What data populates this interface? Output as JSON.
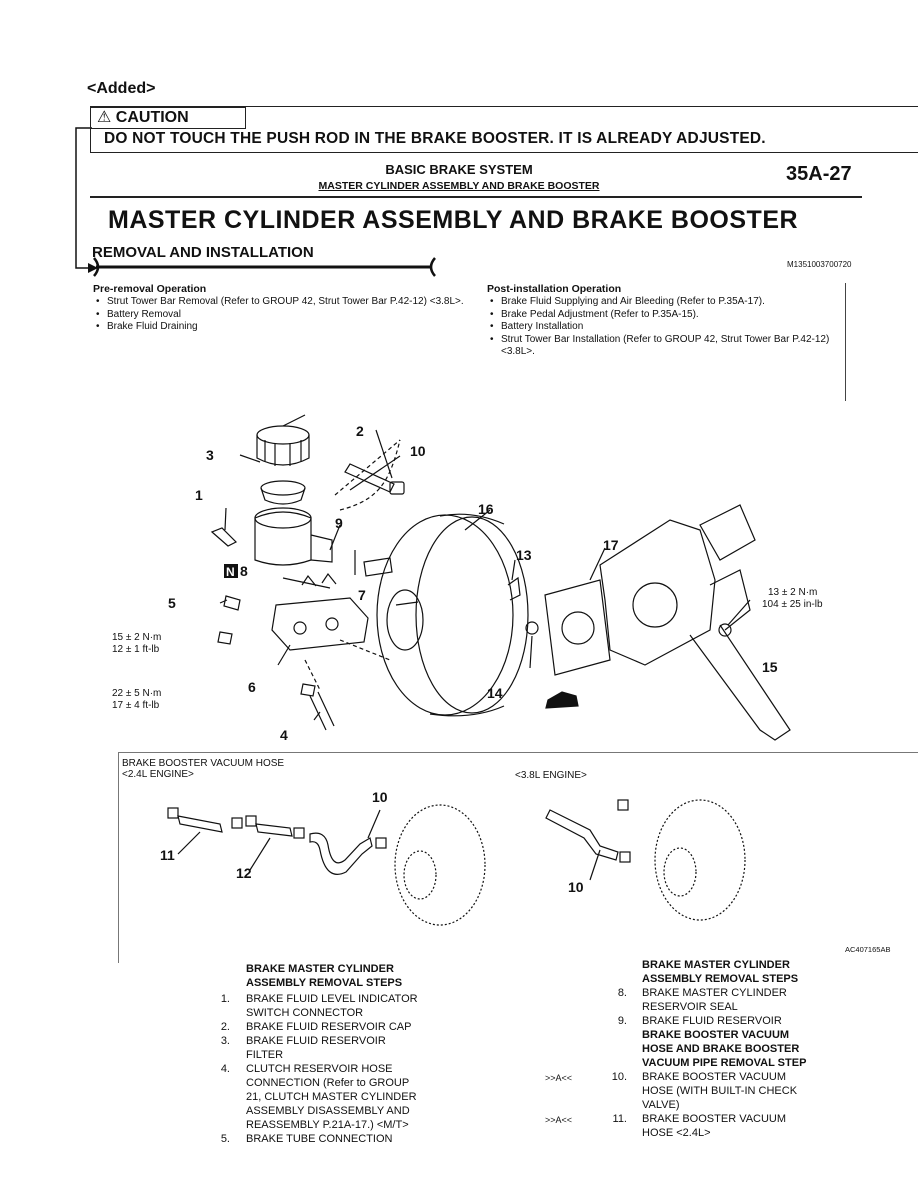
{
  "added_label": "<Added>",
  "caution": {
    "heading": "CAUTION",
    "text": "DO NOT TOUCH THE PUSH ROD IN THE BRAKE BOOSTER. IT IS ALREADY ADJUSTED."
  },
  "header": {
    "section": "BASIC BRAKE SYSTEM",
    "subsection": "MASTER CYLINDER ASSEMBLY AND BRAKE BOOSTER",
    "page_number": "35A-27"
  },
  "title": "MASTER CYLINDER ASSEMBLY AND BRAKE BOOSTER",
  "subtitle": "REMOVAL AND INSTALLATION",
  "doc_code": "M1351003700720",
  "pre_removal": {
    "title": "Pre-removal Operation",
    "items": [
      "Strut Tower Bar Removal (Refer to GROUP 42, Strut Tower Bar P.42-12) <3.8L>.",
      "Battery Removal",
      "Brake Fluid Draining"
    ]
  },
  "post_installation": {
    "title": "Post-installation Operation",
    "items": [
      "Brake Fluid Supplying and Air Bleeding (Refer to P.35A-17).",
      "Brake Pedal Adjustment (Refer to P.35A-15).",
      "Battery Installation",
      "Strut Tower Bar Installation (Refer to GROUP 42, Strut Tower Bar P.42-12) <3.8L>."
    ]
  },
  "diagram": {
    "callouts": [
      "1",
      "2",
      "3",
      "4",
      "5",
      "6",
      "7",
      "8",
      "9",
      "10",
      "11",
      "12",
      "13",
      "14",
      "15",
      "16",
      "17",
      "N"
    ],
    "torque_5": [
      "15 ± 2 N·m",
      "12 ± 1 ft-lb"
    ],
    "torque_4": [
      "22 ± 5 N·m",
      "17 ± 4 ft-lb"
    ],
    "torque_15": [
      "13 ± 2 N·m",
      "104 ± 25 in-lb"
    ]
  },
  "vacuum_hose": {
    "title": "BRAKE BOOSTER VACUUM HOSE",
    "engine_24": "<2.4L ENGINE>",
    "engine_38": "<3.8L ENGINE>",
    "figure_code": "AC407165AB"
  },
  "steps_left": {
    "heading_1": "BRAKE MASTER CYLINDER",
    "heading_2": "ASSEMBLY REMOVAL STEPS",
    "items": [
      {
        "n": "1.",
        "lines": [
          "BRAKE FLUID LEVEL INDICATOR",
          "SWITCH CONNECTOR"
        ]
      },
      {
        "n": "2.",
        "lines": [
          "BRAKE FLUID RESERVOIR CAP"
        ]
      },
      {
        "n": "3.",
        "lines": [
          "BRAKE FLUID RESERVOIR",
          "FILTER"
        ]
      },
      {
        "n": "4.",
        "lines": [
          "CLUTCH  RESERVOIR HOSE",
          "CONNECTION (Refer to GROUP",
          "21, CLUTCH MASTER CYLINDER",
          "ASSEMBLY DISASSEMBLY AND",
          "REASSEMBLY P.21A-17.) <M/T>"
        ]
      },
      {
        "n": "5.",
        "lines": [
          "BRAKE TUBE CONNECTION"
        ]
      }
    ]
  },
  "steps_right": {
    "heading_1": "BRAKE MASTER CYLINDER",
    "heading_2": "ASSEMBLY REMOVAL STEPS",
    "items": [
      {
        "n": "8.",
        "lines": [
          "BRAKE MASTER CYLINDER",
          "RESERVOIR SEAL"
        ]
      },
      {
        "n": "9.",
        "lines": [
          "BRAKE FLUID RESERVOIR"
        ]
      }
    ],
    "heading_3": "BRAKE BOOSTER VACUUM",
    "heading_4": "HOSE AND BRAKE BOOSTER",
    "heading_5": "VACUUM PIPE REMOVAL STEP",
    "items2": [
      {
        "mark": ">>A<<",
        "n": "10.",
        "lines": [
          "BRAKE BOOSTER VACUUM",
          "HOSE (WITH BUILT-IN CHECK",
          "VALVE)"
        ]
      },
      {
        "mark": ">>A<<",
        "n": "11.",
        "lines": [
          "BRAKE BOOSTER VACUUM",
          "HOSE <2.4L>"
        ]
      }
    ]
  }
}
